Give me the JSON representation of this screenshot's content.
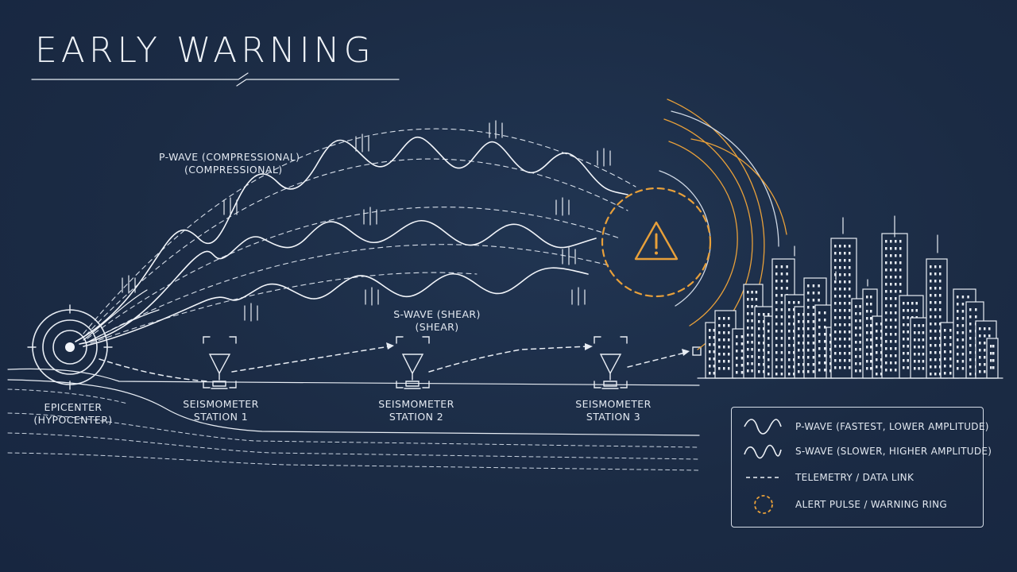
{
  "title": "EARLY WARNING",
  "labels": {
    "p_wave": {
      "line1": "P-WAVE (COMPRESSIONAL)",
      "line2": "(COMPRESSIONAL)"
    },
    "s_wave": {
      "line1": "S-WAVE (SHEAR)",
      "line2": "(SHEAR)"
    },
    "epicenter": {
      "line1": "EPICENTER",
      "line2": "(HYPOCENTER)"
    }
  },
  "stations": [
    {
      "line1": "SEISMOMETER",
      "line2": "STATION 1"
    },
    {
      "line1": "SEISMOMETER",
      "line2": "STATION 2"
    },
    {
      "line1": "SEISMOMETER",
      "line2": "STATION 3"
    }
  ],
  "legend": [
    {
      "icon": "p-wave-icon",
      "text": "P-WAVE (FASTEST, LOWER AMPLITUDE)"
    },
    {
      "icon": "s-wave-icon",
      "text": "S-WAVE (SLOWER, HIGHER AMPLITUDE)"
    },
    {
      "icon": "dashed-line-icon",
      "text": "TELEMETRY / DATA LINK"
    },
    {
      "icon": "dashed-ring-icon",
      "text": "ALERT PULSE / WARNING RING"
    }
  ],
  "alert": {
    "icon": "warning-triangle-icon"
  },
  "colors": {
    "background": "#1b2b44",
    "line": "#e8edf4",
    "dashed": "#c9d3e0",
    "alert": "#e8a03a"
  }
}
